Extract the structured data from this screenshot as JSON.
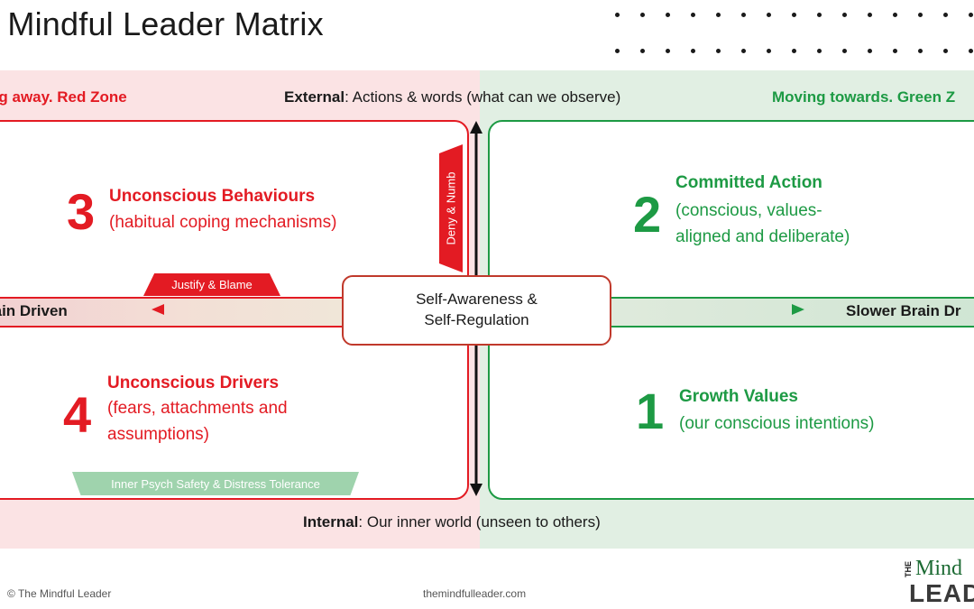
{
  "title": "e Mindful Leader Matrix",
  "zones": {
    "left": "ng away. Red Zone",
    "right": "Moving towards. Green Z"
  },
  "axes": {
    "external_bold": "External",
    "external_rest": ": Actions & words (what can we observe)",
    "internal_bold": "Internal",
    "internal_rest": ": Our inner world (unseen to others)",
    "left_drive": "rain Driven",
    "right_drive": "Slower Brain Dr"
  },
  "quadrants": {
    "q3": {
      "number": "3",
      "heading": "Unconscious Behaviours",
      "sub": [
        "(habitual coping mechanisms)"
      ]
    },
    "q4": {
      "number": "4",
      "heading": "Unconscious Drivers",
      "sub": [
        "(fears, attachments and",
        "assumptions)"
      ]
    },
    "q2": {
      "number": "2",
      "heading": "Committed Action",
      "sub": [
        "(conscious, values-",
        "aligned and deliberate)"
      ]
    },
    "q1": {
      "number": "1",
      "heading": "Growth Values",
      "sub": [
        "(our conscious intentions)"
      ]
    }
  },
  "center": {
    "line1": "Self-Awareness &",
    "line2": "Self-Regulation"
  },
  "tags": {
    "justify": "Justify & Blame",
    "deny": "Deny & Numb",
    "inner": "Inner Psych Safety & Distress Tolerance"
  },
  "footer": {
    "copyright": "© The Mindful Leader",
    "site": "themindfulleader.com"
  },
  "logo": {
    "the": "THE",
    "top": "Mind",
    "bottom": "LEAD"
  },
  "colors": {
    "red": "#e31b23",
    "green": "#1d9a44",
    "red_bg": "#fbe3e4",
    "green_bg": "#e1efe3"
  },
  "icons": [
    "dot-grid-decoration",
    "left-arrow-icon",
    "right-arrow-icon",
    "vertical-double-arrow-icon"
  ]
}
